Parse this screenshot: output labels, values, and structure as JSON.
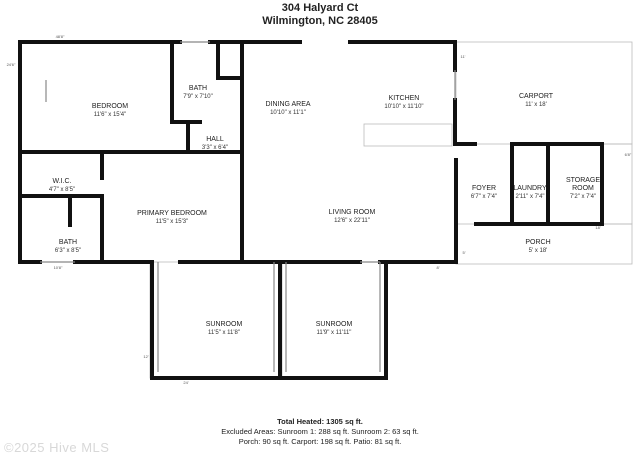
{
  "header": {
    "address_line1": "304 Halyard Ct",
    "address_line2": "Wilmington, NC 28405"
  },
  "rooms": {
    "bedroom": {
      "name": "BEDROOM",
      "dim": "11'6\" x 15'4\""
    },
    "bath1": {
      "name": "BATH",
      "dim": "7'9\" x 7'10\""
    },
    "dining": {
      "name": "DINING AREA",
      "dim": "10'10\" x 11'1\""
    },
    "kitchen": {
      "name": "KITCHEN",
      "dim": "10'10\" x 11'10\""
    },
    "carport": {
      "name": "CARPORT",
      "dim": "11' x 18'"
    },
    "hall": {
      "name": "HALL",
      "dim": "3'3\" x 6'4\""
    },
    "wic": {
      "name": "W.I.C.",
      "dim": "4'7\" x 8'5\""
    },
    "primary": {
      "name": "PRIMARY BEDROOM",
      "dim": "11'5\" x 15'3\""
    },
    "living": {
      "name": "LIVING ROOM",
      "dim": "12'6\" x 22'11\""
    },
    "foyer": {
      "name": "FOYER",
      "dim": "6'7\" x 7'4\""
    },
    "laundry": {
      "name": "LAUNDRY",
      "dim": "2'11\" x 7'4\""
    },
    "storage": {
      "name": "STORAGE",
      "name2": "ROOM",
      "dim": "7'2\" x 7'4\""
    },
    "bath2": {
      "name": "BATH",
      "dim": "6'3\" x 8'5\""
    },
    "porch": {
      "name": "PORCH",
      "dim": "5' x 18'"
    },
    "sunroom1": {
      "name": "SUNROOM",
      "dim": "11'5\" x 11'8\""
    },
    "sunroom2": {
      "name": "SUNROOM",
      "dim": "11'9\" x 11'11\""
    }
  },
  "edge_dims": {
    "top_left": "48'8\"",
    "left_top": "24'6\"",
    "carport_side": "11'",
    "storage_side": "6'8\"",
    "porch_right": "18'",
    "porch_left": "5'",
    "bottom_bath": "10'8\"",
    "living_bottom": "8'",
    "sunroom_left": "12'",
    "sunroom_bottom": "24'"
  },
  "footer": {
    "total": "Total Heated: 1305 sq ft.",
    "line2": "Excluded Areas: Sunroom 1: 288 sq ft. Sunroom 2: 63 sq ft.",
    "line3": "Porch: 90 sq ft. Carport: 198 sq ft. Patio: 81 sq ft."
  },
  "watermark": "©2025 Hive MLS",
  "colors": {
    "wall": "#111111",
    "thin_line": "#bbbbbb",
    "window": "#888888"
  }
}
